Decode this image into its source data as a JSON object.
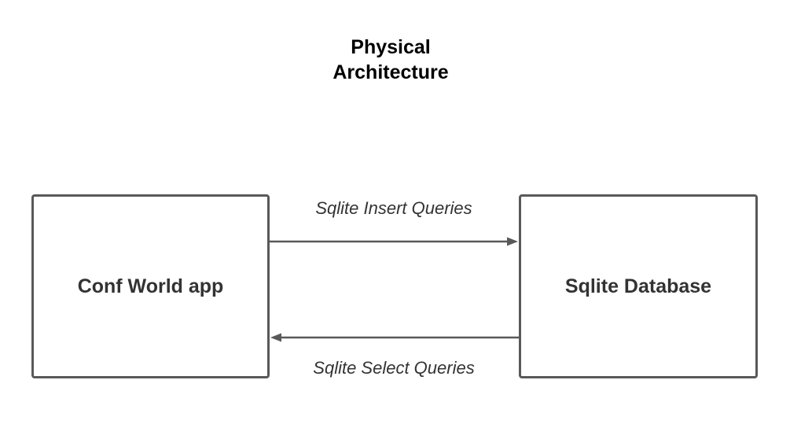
{
  "diagram": {
    "title_lines": [
      "Physical",
      "Architecture"
    ],
    "nodes": {
      "app": "Conf World app",
      "database": "Sqlite Database"
    },
    "edges": {
      "insert": "Sqlite Insert Queries",
      "select": "Sqlite Select Queries"
    },
    "colors": {
      "node_border": "#595959",
      "edge": "#595959",
      "text": "#333333",
      "title": "#000000"
    }
  }
}
